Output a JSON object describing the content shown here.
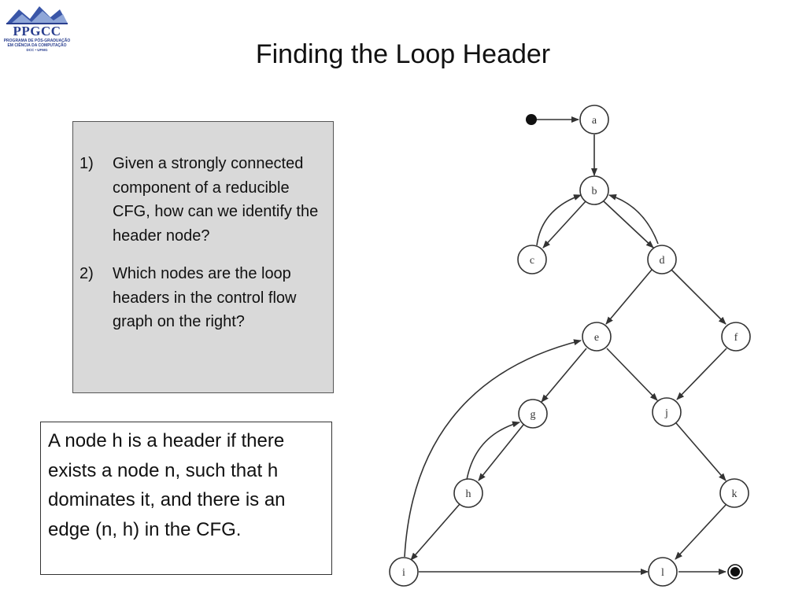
{
  "logo": {
    "name": "PPGCC",
    "line1": "PROGRAMA DE PÓS-GRADUAÇÃO",
    "line2": "EM CIÊNCIA DA COMPUTAÇÃO",
    "line3": "DCC • UFMG"
  },
  "slide": {
    "title": "Finding the Loop Header"
  },
  "questions": [
    {
      "number": "1)",
      "text": "Given a strongly connected component of a reducible CFG, how can we identify the header node?"
    },
    {
      "number": "2)",
      "text": "Which nodes are the loop headers in the control flow graph on the right?"
    }
  ],
  "definition": "A node h is a header if there exists a node n, such that h dominates it, and there is an edge (n, h) in the CFG.",
  "cfg": {
    "nodes": [
      "a",
      "b",
      "c",
      "d",
      "e",
      "f",
      "g",
      "h",
      "i",
      "j",
      "k",
      "l"
    ],
    "edges": [
      [
        "entry",
        "a"
      ],
      [
        "a",
        "b"
      ],
      [
        "b",
        "c"
      ],
      [
        "c",
        "b"
      ],
      [
        "b",
        "d"
      ],
      [
        "d",
        "b"
      ],
      [
        "d",
        "e"
      ],
      [
        "d",
        "f"
      ],
      [
        "e",
        "g"
      ],
      [
        "e",
        "j"
      ],
      [
        "f",
        "j"
      ],
      [
        "g",
        "h"
      ],
      [
        "h",
        "g"
      ],
      [
        "h",
        "i"
      ],
      [
        "i",
        "e"
      ],
      [
        "i",
        "l"
      ],
      [
        "j",
        "k"
      ],
      [
        "k",
        "l"
      ],
      [
        "l",
        "exit"
      ]
    ]
  },
  "colors": {
    "question_box_fill": "#d9d9d9",
    "logo_blue": "#2a3f8f",
    "node_stroke": "#333333"
  }
}
